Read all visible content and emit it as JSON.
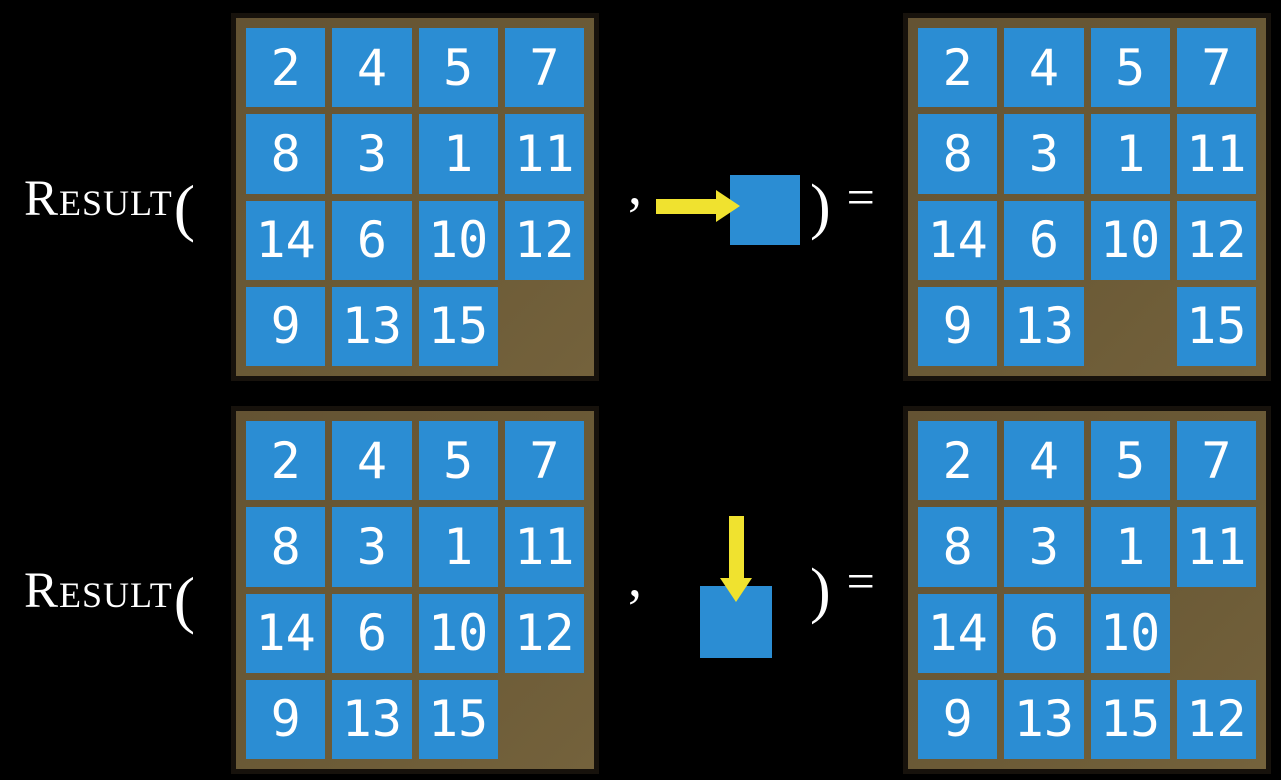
{
  "colors": {
    "background": "#000000",
    "tile_blue": "#2b8dd3",
    "board_brown": "#6b5a36",
    "board_border": "#17120c",
    "arrow_yellow": "#f0e22f",
    "text_white": "#ffffff"
  },
  "label": {
    "function": "Result",
    "open_paren": "(",
    "comma": ",",
    "close_paren": ")",
    "equals": "="
  },
  "rows": [
    {
      "action_direction": "right",
      "input_grid": [
        [
          2,
          4,
          5,
          7
        ],
        [
          8,
          3,
          1,
          11
        ],
        [
          14,
          6,
          10,
          12
        ],
        [
          9,
          13,
          15,
          null
        ]
      ],
      "output_grid": [
        [
          2,
          4,
          5,
          7
        ],
        [
          8,
          3,
          1,
          11
        ],
        [
          14,
          6,
          10,
          12
        ],
        [
          9,
          13,
          null,
          15
        ]
      ]
    },
    {
      "action_direction": "down",
      "input_grid": [
        [
          2,
          4,
          5,
          7
        ],
        [
          8,
          3,
          1,
          11
        ],
        [
          14,
          6,
          10,
          12
        ],
        [
          9,
          13,
          15,
          null
        ]
      ],
      "output_grid": [
        [
          2,
          4,
          5,
          7
        ],
        [
          8,
          3,
          1,
          11
        ],
        [
          14,
          6,
          10,
          null
        ],
        [
          9,
          13,
          15,
          12
        ]
      ]
    }
  ]
}
